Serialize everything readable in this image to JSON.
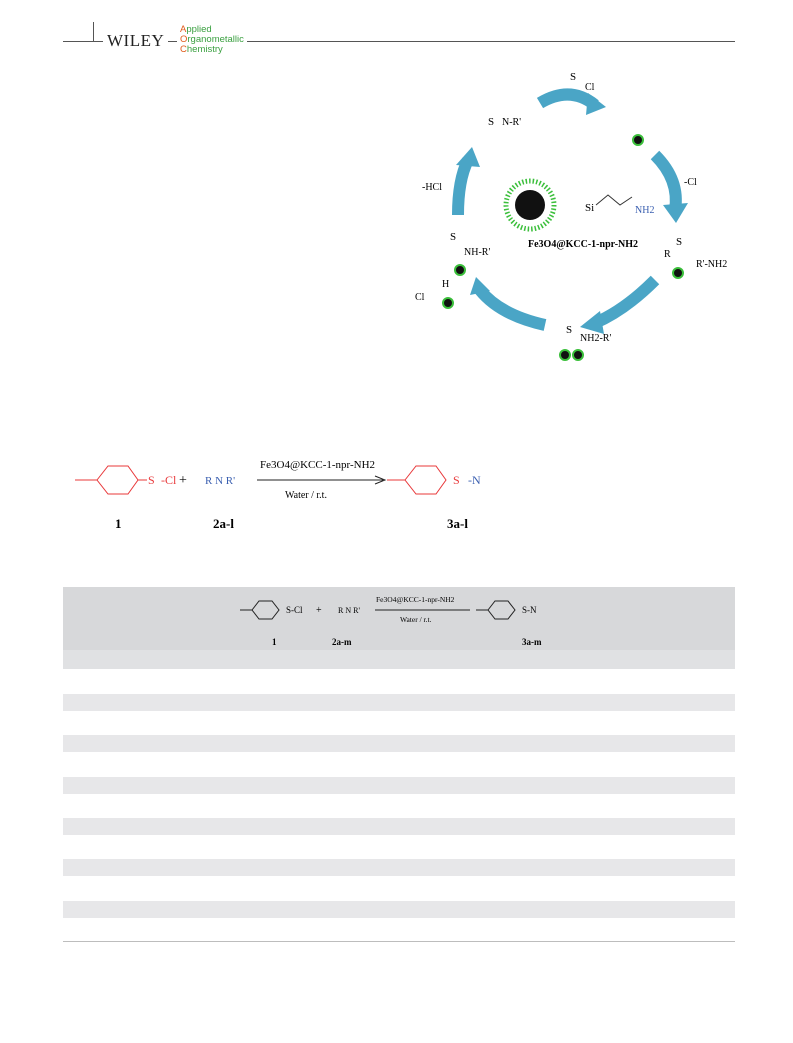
{
  "header": {
    "publisher": "WILEY",
    "journal": [
      "Applied",
      "Organometallic",
      "Chemistry"
    ]
  },
  "mechanism": {
    "catalyst_label": "Fe3O4@KCC-1-npr-NH2",
    "silica_label": "Si",
    "amine_label": "NH2",
    "steps": {
      "minus_hcl": "-HCl",
      "minus_cl": "-Cl",
      "amine_reagent": "R'-NH2"
    }
  },
  "scheme": {
    "sulfonyl_chloride": "S",
    "catalyst": "Fe3O4@KCC-1-npr-NH2",
    "conditions": "Water / r.t.",
    "plus": "+",
    "compound_labels": [
      "1",
      "2a-l",
      "3a-l"
    ]
  },
  "table": {
    "conditions": "Water / r.t.",
    "catalyst": "Fe3O4@KCC-1-npr-NH2",
    "compound_labels": [
      "1",
      "2a-m",
      "3a-m"
    ]
  },
  "colors": {
    "red": "#e8383a",
    "blue": "#3a5fb0",
    "arrow": "#4aa5c6",
    "green": "#3bbf3b"
  }
}
